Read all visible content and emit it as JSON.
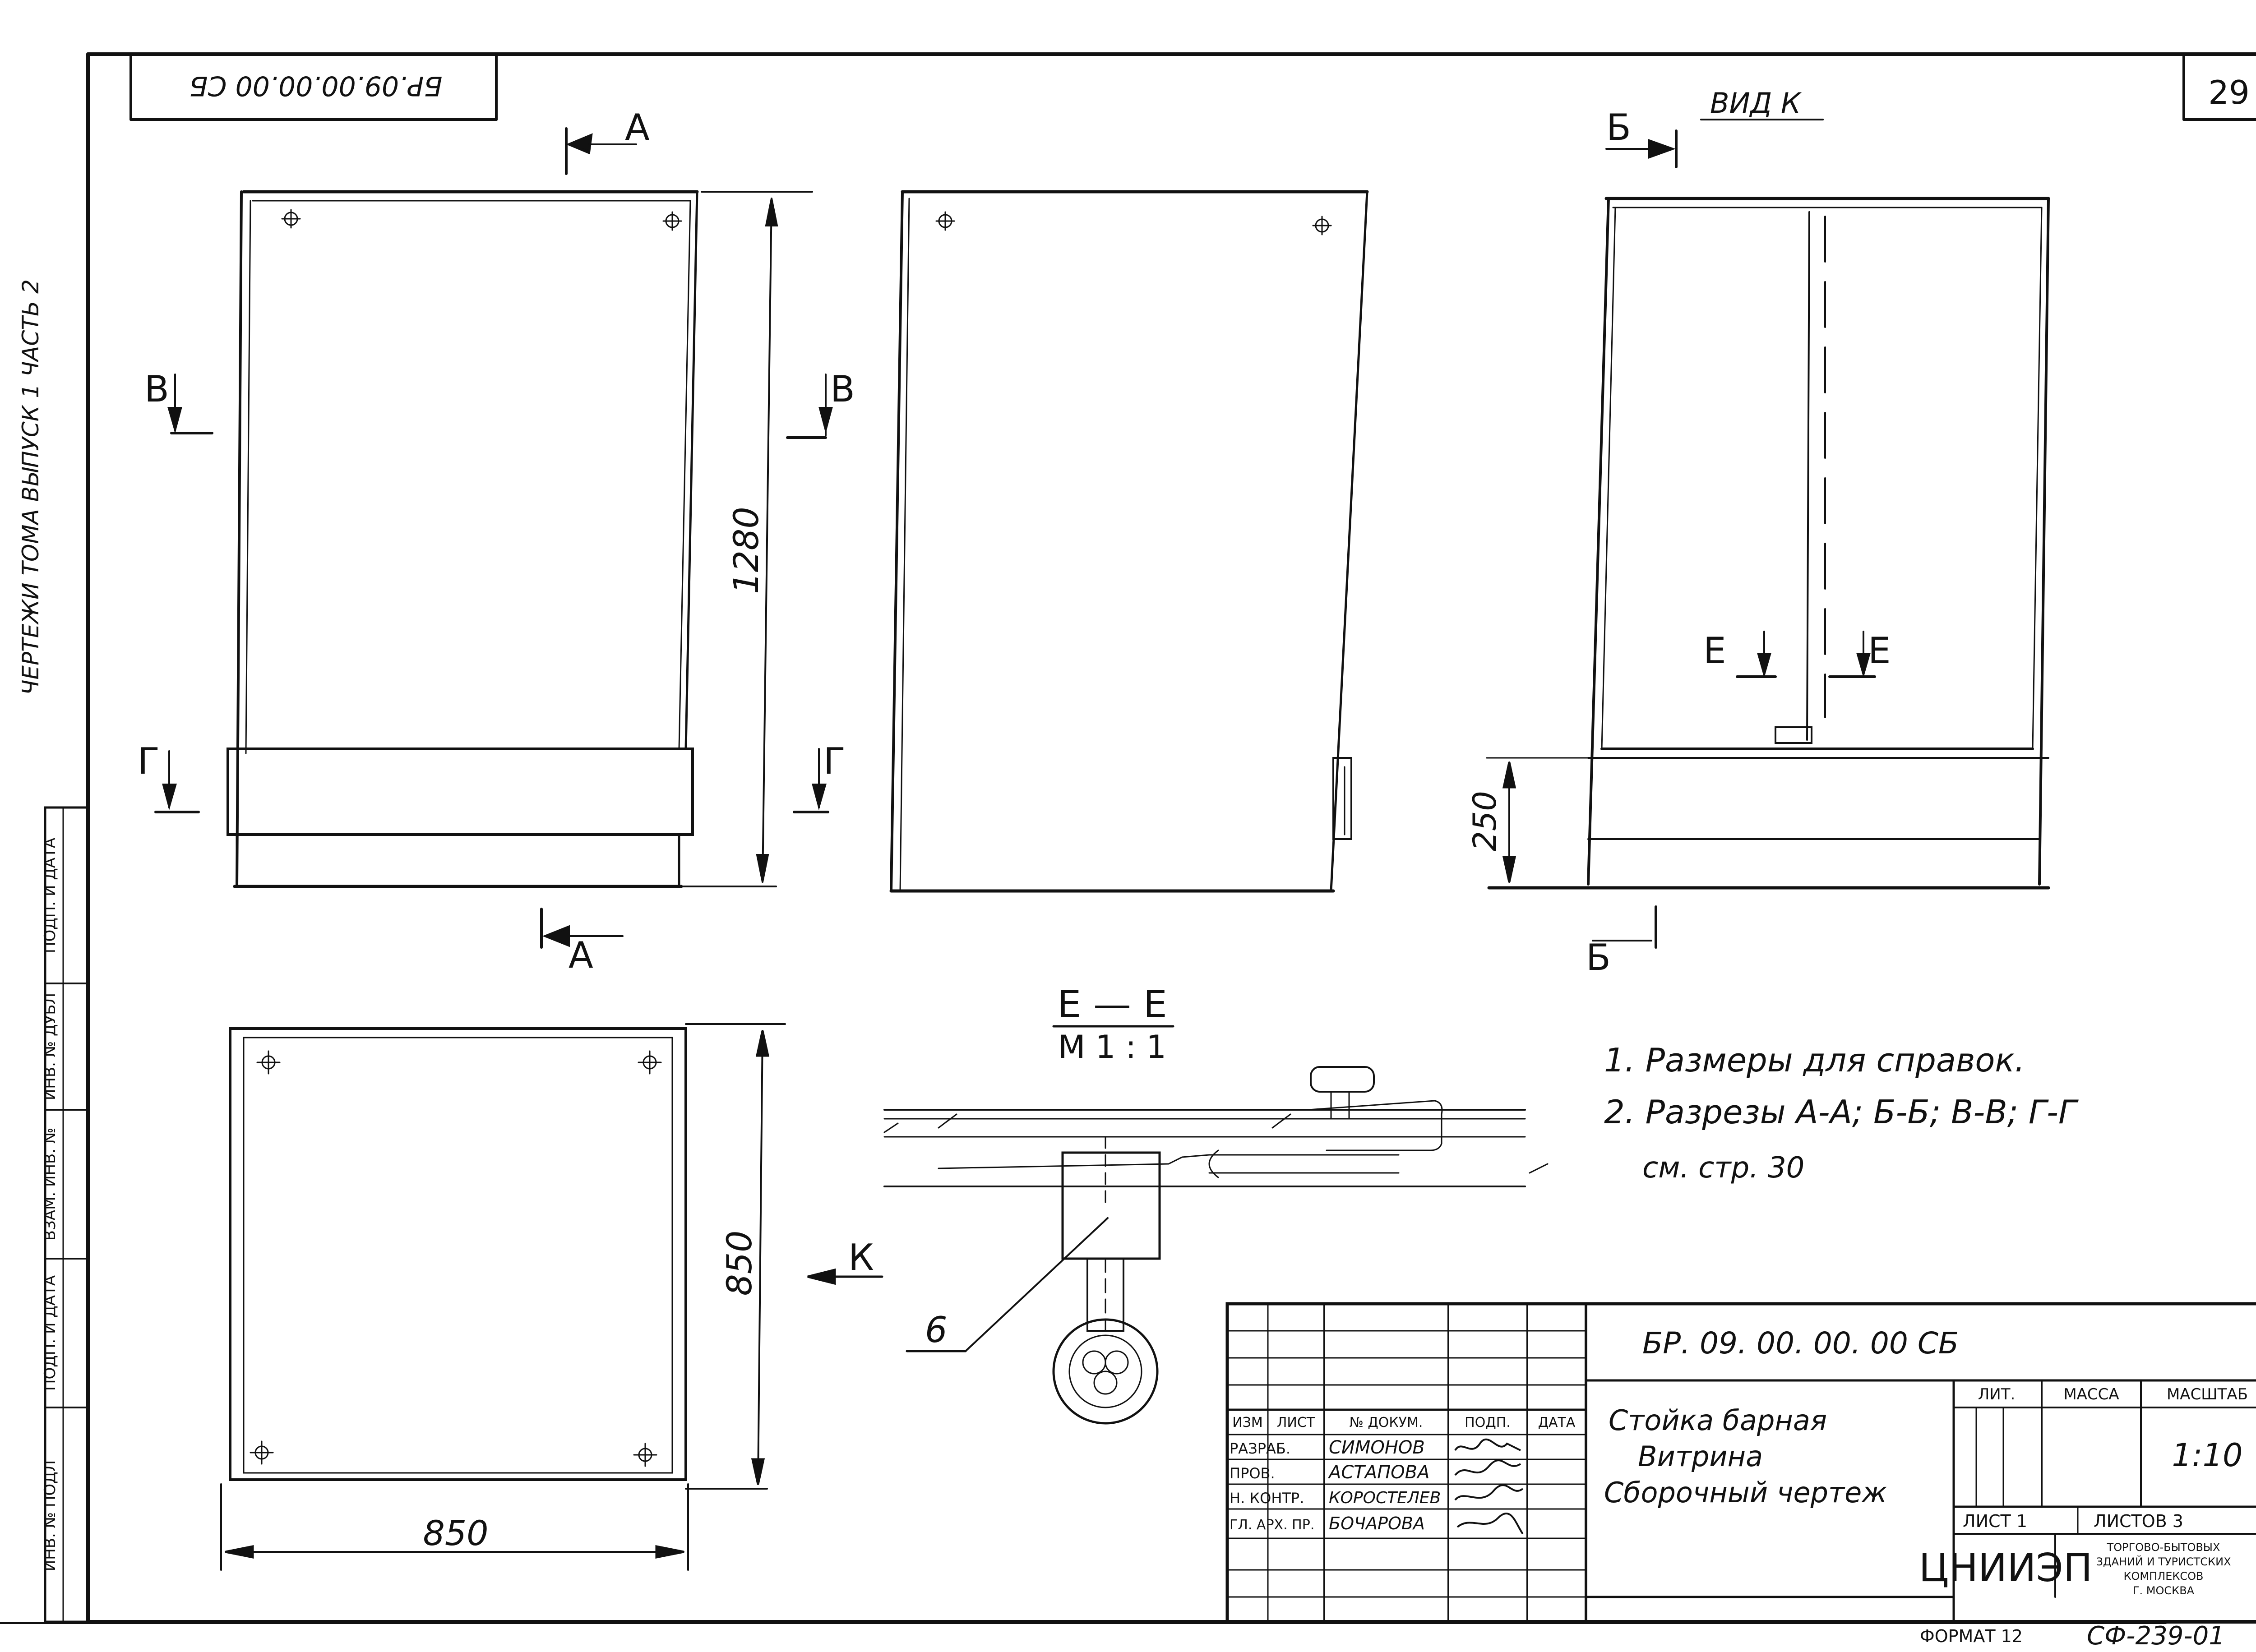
{
  "sheet": {
    "page_number": "29",
    "mirrored_code": "БР.09.00.00.00 СБ",
    "format_label": "ФОРМАТ 12",
    "stamp_code": "СФ-239-01",
    "side_text": "ЧЕРТЕЖИ  ТОМА  ВЫПУСК 1  ЧАСТЬ 2"
  },
  "left_stamps": [
    "ИНВ. № ПОДЛ",
    "ПОДП. И ДАТА",
    "ВЗАМ. ИНВ. №",
    "ИНВ. № ДУБЛ",
    "ПОДП. И ДАТА"
  ],
  "labels": {
    "cut_a": "А",
    "cut_b": "Б",
    "cut_v": "В",
    "cut_g": "Г",
    "cut_e": "Е",
    "view_k_arrow": "К",
    "view_k_title": "ВИД К",
    "section_title": "Е — Е",
    "section_scale": "М 1 : 1",
    "callout_6": "6"
  },
  "dimensions": {
    "height_1280": "1280",
    "height_250": "250",
    "depth_850": "850",
    "width_850": "850"
  },
  "notes": [
    "1. Размеры для справок.",
    "2. Разрезы А-А; Б-Б; В-В; Г-Г",
    "см. стр. 30"
  ],
  "title_block": {
    "doc_code": "БР. 09. 00. 00. 00 СБ",
    "title_lines": [
      "Стойка барная",
      "Витрина",
      "Сборочный чертеж"
    ],
    "headers": [
      "ИЗМ",
      "ЛИСТ",
      "№ ДОКУМ.",
      "ПОДП.",
      "ДАТА"
    ],
    "roles": [
      "РАЗРАБ.",
      "ПРОВ.",
      "Н. КОНТР.",
      "ГЛ. АРХ. ПР."
    ],
    "names": [
      "СИМОНОВ",
      "АСТАПОВА",
      "КОРОСТЕЛЕВ",
      "БОЧАРОВА"
    ],
    "lit_label": "ЛИТ.",
    "mass_label": "МАССА",
    "scale_label": "МАСШТАБ",
    "scale_value": "1:10",
    "sheet_label": "ЛИСТ 1",
    "sheets_label": "ЛИСТОВ 3",
    "org_logo": "ЦНИИЭП",
    "org_text": [
      "ТОРГОВО-БЫТОВЫХ",
      "ЗДАНИЙ И ТУРИСТСКИХ",
      "КОМПЛЕКСОВ",
      "Г. МОСКВА"
    ]
  }
}
